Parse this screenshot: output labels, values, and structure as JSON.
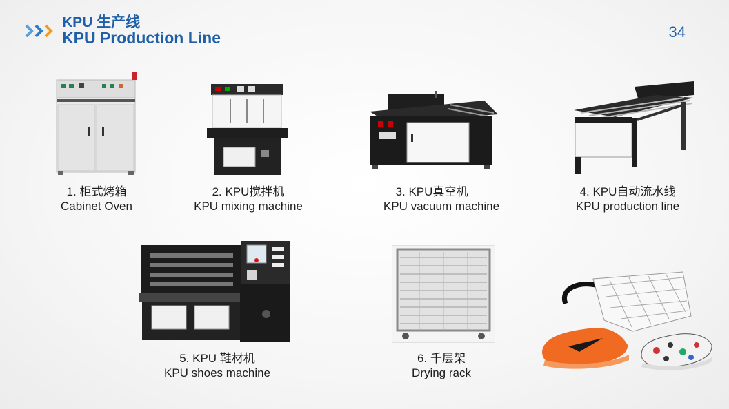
{
  "header": {
    "title_zh": "KPU 生产线",
    "title_en": "KPU Production Line",
    "page_number": "34"
  },
  "items": [
    {
      "zh": "1. 柜式烤箱",
      "en": "Cabinet Oven"
    },
    {
      "zh": "2. KPU搅拌机",
      "en": "KPU mixing machine"
    },
    {
      "zh": "3.  KPU真空机",
      "en": "KPU vacuum machine"
    },
    {
      "zh": "4. KPU自动流水线",
      "en": "KPU production line"
    },
    {
      "zh": "5. KPU 鞋材机",
      "en": "KPU shoes machine"
    },
    {
      "zh": "6. 千层架",
      "en": "Drying rack"
    }
  ],
  "colors": {
    "accent": "#1f5fa8",
    "chevron_light": "#5aa0de",
    "shoe_orange": "#f06a22"
  }
}
